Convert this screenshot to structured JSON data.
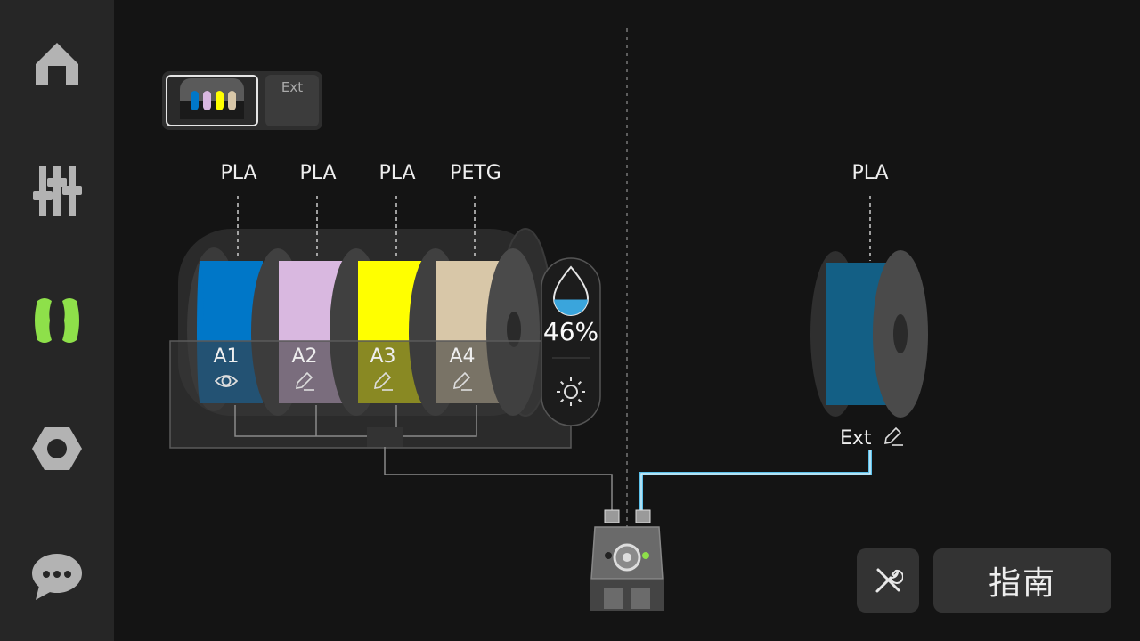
{
  "sidebar": {
    "items": [
      {
        "name": "home-icon",
        "active": false
      },
      {
        "name": "sliders-icon",
        "active": false
      },
      {
        "name": "filament-icon",
        "active": true
      },
      {
        "name": "nut-icon",
        "active": false
      },
      {
        "name": "chat-icon",
        "active": false
      }
    ]
  },
  "source_switch": {
    "ext_label": "Ext"
  },
  "ams": {
    "slots": [
      {
        "id": "A1",
        "material": "PLA",
        "color": "#0077c8",
        "icon": "eye-icon"
      },
      {
        "id": "A2",
        "material": "PLA",
        "color": "#d9b8e0",
        "icon": "pencil-icon"
      },
      {
        "id": "A3",
        "material": "PLA",
        "color": "#ffff00",
        "icon": "pencil-icon"
      },
      {
        "id": "A4",
        "material": "PETG",
        "color": "#d8c7a8",
        "icon": "pencil-icon"
      }
    ],
    "humidity": "46%",
    "humidity_fill": 0.46
  },
  "external": {
    "material": "PLA",
    "label": "Ext",
    "color": "#135f85"
  },
  "buttons": {
    "guide_label": "指南"
  },
  "colors": {
    "active_nav": "#8ee04a",
    "inactive_nav": "#b3b3b3",
    "line_blue": "#5bc0ea",
    "line_gray": "#777777",
    "background": "#141414"
  }
}
